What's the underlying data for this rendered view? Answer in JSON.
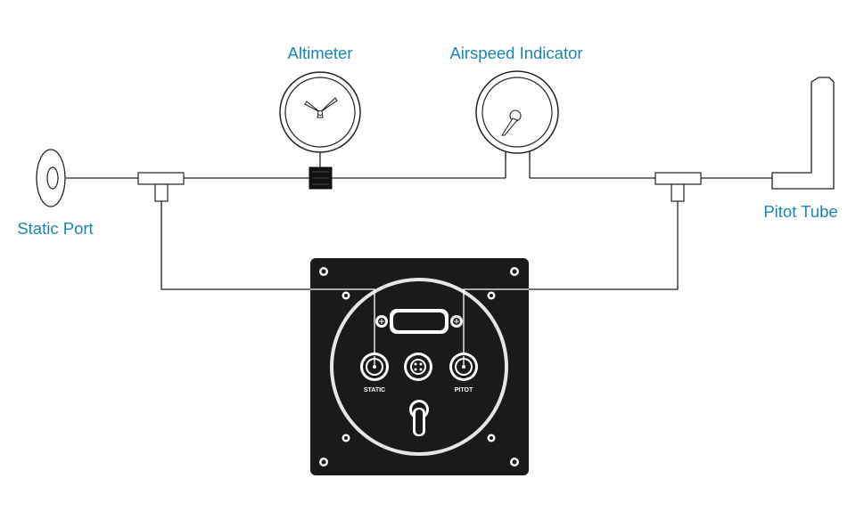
{
  "labels": {
    "altimeter": "Altimeter",
    "airspeed": "Airspeed Indicator",
    "static_port": "Static Port",
    "pitot_tube": "Pitot Tube",
    "static_connector": "STATIC",
    "pitot_connector": "PITOT"
  },
  "colors": {
    "label": "#1a86b0",
    "line": "#222222",
    "panel": "#1a1a1a",
    "dial_ring": "#e6e6e6"
  }
}
